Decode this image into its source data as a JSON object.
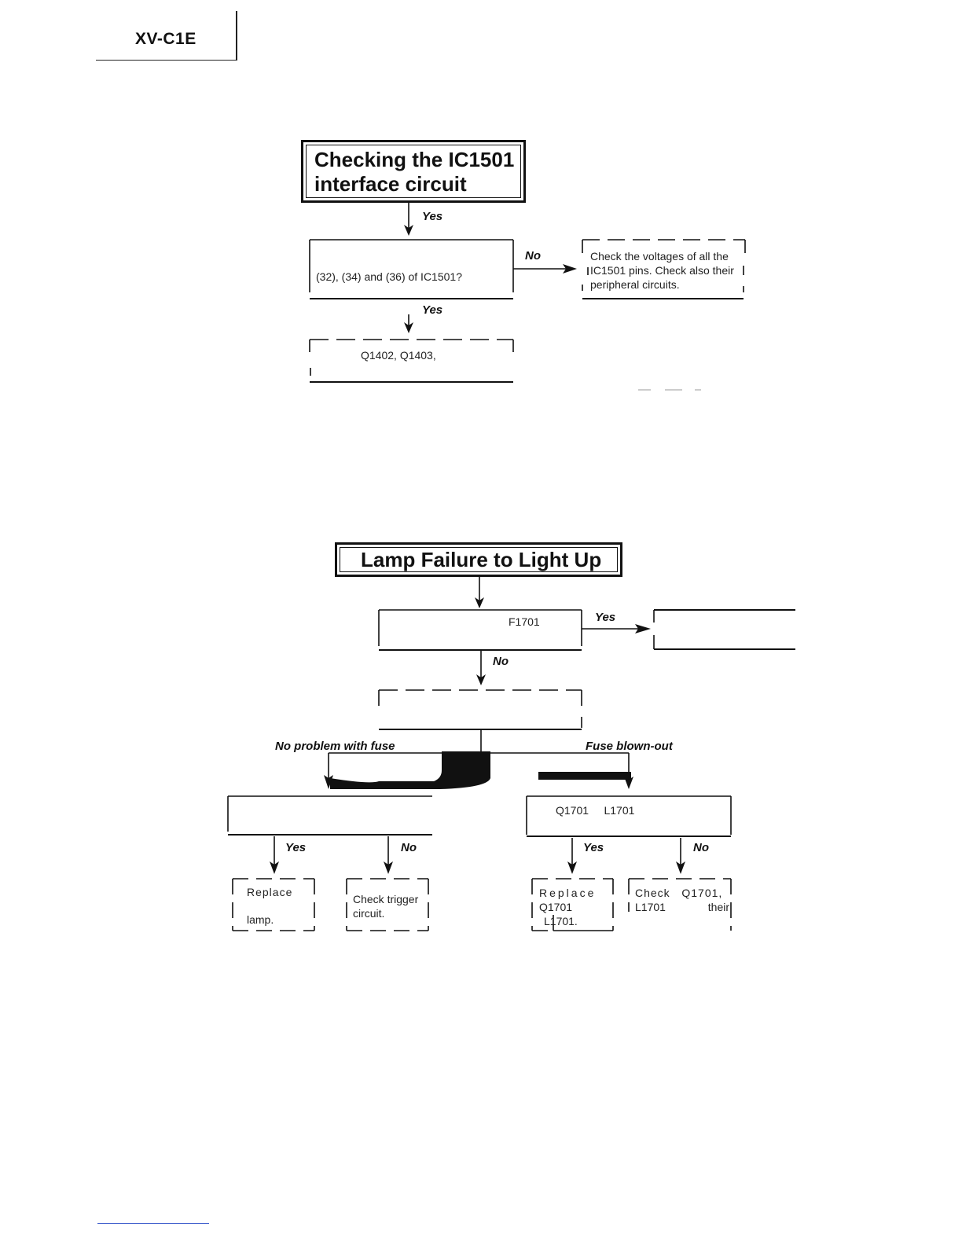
{
  "header": {
    "model": "XV-C1E"
  },
  "flow1": {
    "title_line1": "Checking the IC1501",
    "title_line2": "interface circuit",
    "yes1": "Yes",
    "q1": "(32), (34) and (36) of IC1501?",
    "no1": "No",
    "r1_line1": "Check the voltages of all the",
    "r1_line2": "IC1501 pins. Check also their",
    "r1_line3": "peripheral circuits.",
    "yes2": "Yes",
    "q2": "Q1402, Q1403,"
  },
  "flow2": {
    "title": "Lamp Failure to Light Up",
    "q1": "F1701",
    "yes1": "Yes",
    "no1": "No",
    "branch_left": "No problem with fuse",
    "branch_right": "Fuse blown-out",
    "q3": "Q1701     L1701",
    "yes_l": "Yes",
    "no_l": "No",
    "yes_r": "Yes",
    "no_r": "No",
    "a1_line1": "Replace",
    "a1_line2": "lamp.",
    "a2_line1": "Check trigger",
    "a2_line2": "circuit.",
    "a3_line1": "Replace",
    "a3_line2": "Q1701",
    "a3_line3": "L1701.",
    "a4_line1": "Check   Q1701,",
    "a4_line2": "L1701",
    "a4_line3": "their"
  }
}
